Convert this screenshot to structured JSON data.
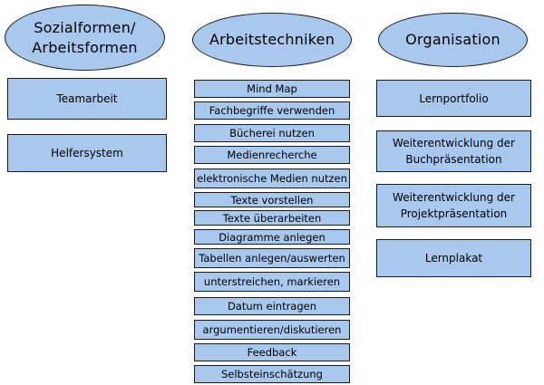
{
  "headers": {
    "left": "Sozialformen/\nArbeitsformen",
    "middle": "Arbeitstechniken",
    "right": "Organisation"
  },
  "left_items": [
    "Teamarbeit",
    "Helfersystem"
  ],
  "middle_items": [
    "Mind Map",
    "Fachbegriffe verwenden",
    "Bücherei nutzen",
    "Medienrecherche",
    "elektronische Medien nutzen",
    "Texte vorstellen",
    "Texte überarbeiten",
    "Diagramme anlegen",
    "Tabellen anlegen/auswerten",
    "unterstreichen, markieren",
    "Datum eintragen",
    "argumentieren/diskutieren",
    "Feedback",
    "Selbsteinschätzung"
  ],
  "right_items": [
    "Lernportfolio",
    "Weiterentwicklung der\nBuchpräsentation",
    "Weiterentwicklung der\nProjektpräsentation",
    "Lernplakat"
  ],
  "colors": {
    "fill": "#a9c8ee",
    "border": "#1a1a1a"
  }
}
